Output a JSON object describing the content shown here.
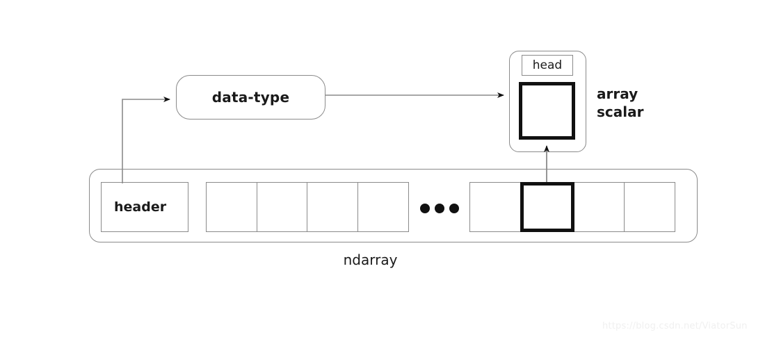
{
  "diagram": {
    "title": "numpy-ndarray-structure",
    "nodes": {
      "data_type": {
        "label": "data-type"
      },
      "array_scalar": {
        "head_label": "head",
        "caption_line1": "array",
        "caption_line2": "scalar"
      },
      "ndarray": {
        "caption": "ndarray",
        "header_label": "header",
        "left_cells": [
          "",
          "",
          "",
          ""
        ],
        "right_cells": [
          "",
          "",
          "",
          ""
        ],
        "highlighted_right_cell_index": 1,
        "ellipsis_dots": 3
      }
    },
    "edges": [
      {
        "name": "header-to-data-type",
        "from": "header",
        "to": "data-type",
        "arrow": "end"
      },
      {
        "name": "data-type-to-array-scalar",
        "from": "data-type",
        "to": "array-scalar",
        "arrow": "end"
      },
      {
        "name": "ndarray-element-to-array-scalar",
        "from": "ndarray-highlighted-cell",
        "to": "array-scalar-box",
        "arrow": "end"
      }
    ],
    "colors": {
      "background": "#ffffff",
      "line": "#8a8a8a",
      "bold_outline": "#111111",
      "text": "#1a1a1a",
      "watermark": "#f0f0f0"
    }
  },
  "watermark": {
    "text": "https://blog.csdn.net/ViatorSun"
  }
}
